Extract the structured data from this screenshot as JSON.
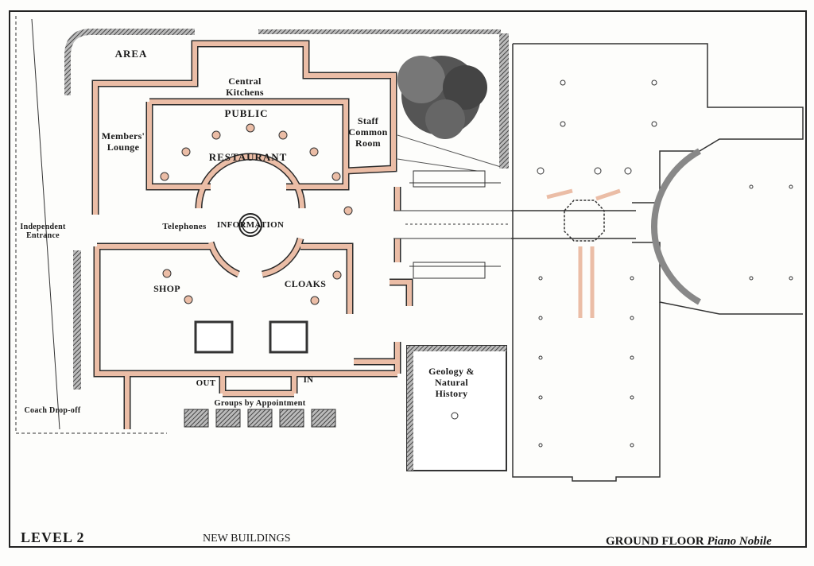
{
  "plan": {
    "rooms": {
      "area": "AREA",
      "central_kitchens": [
        "Central",
        "Kitchens"
      ],
      "public": "PUBLIC",
      "restaurant": "RESTAURANT",
      "members_lounge": [
        "Members'",
        "Lounge"
      ],
      "staff_common_room": [
        "Staff",
        "Common",
        "Room"
      ],
      "information": "INFORMATION",
      "telephones": "Telephones",
      "independent_entrance": [
        "Independent",
        "Entrance"
      ],
      "shop": "SHOP",
      "cloaks": "CLOAKS",
      "out": "OUT",
      "in": "IN",
      "groups_by_appointment": "Groups by Appointment",
      "coach_drop_off": "Coach Drop-off",
      "geology": [
        "Geology &",
        "Natural",
        "History"
      ]
    },
    "colors": {
      "wall": "#ebbda6",
      "outline": "#2a2a2a",
      "hatch": "#555555"
    }
  },
  "footer": {
    "level": "LEVEL 2",
    "new_buildings": "NEW BUILDINGS",
    "ground_floor": "GROUND FLOOR",
    "piano_nobile": "Piano Nobile"
  }
}
